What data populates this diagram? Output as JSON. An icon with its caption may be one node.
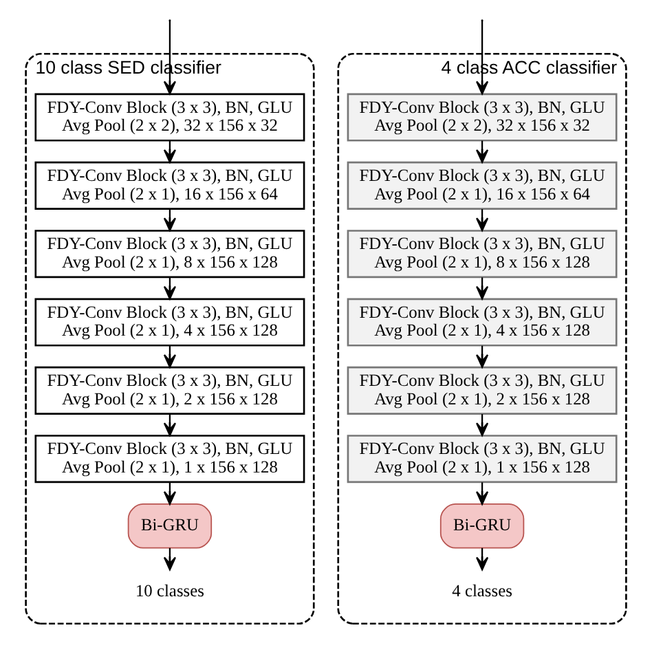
{
  "diagram": {
    "nodes": [
      {
        "text": [
          "10 class SED classifier"
        ]
      },
      {
        "text": [
          "FDY-Conv Block (3 x 3), BN, GLU",
          "Avg Pool (2 x 2), 32 x 156 x 32"
        ],
        "in": 0
      },
      {
        "text": [
          "FDY-Conv Block (3 x 3), BN, GLU",
          "Avg Pool (2 x 1), 16 x 156 x 64"
        ],
        "in": 0
      },
      {
        "text": [
          "FDY-Conv Block (3 x 3), BN, GLU",
          "Avg Pool (2 x 1), 8 x 156 x 128"
        ],
        "in": 0
      },
      {
        "text": [
          "FDY-Conv Block (3 x 3), BN, GLU",
          "Avg Pool (2 x 1), 4 x 156 x 128"
        ],
        "in": 0
      },
      {
        "text": [
          "FDY-Conv Block (3 x 3), BN, GLU",
          "Avg Pool (2 x 1), 2 x 156 x 128"
        ],
        "in": 0
      },
      {
        "text": [
          "FDY-Conv Block (3 x 3), BN, GLU",
          "Avg Pool (2 x 1), 1 x 156 x 128"
        ],
        "in": 0
      },
      {
        "text": [
          "Bi-GRU"
        ],
        "in": 0
      },
      {
        "text": [
          "10 classes"
        ],
        "in": 0
      },
      {
        "text": [
          "4 class ACC classifier"
        ]
      },
      {
        "text": [
          "FDY-Conv Block (3 x 3), BN, GLU",
          "Avg Pool (2 x 2), 32 x 156 x 32"
        ],
        "in": 9
      },
      {
        "text": [
          "FDY-Conv Block (3 x 3), BN, GLU",
          "Avg Pool (2 x 1), 16 x 156 x 64"
        ],
        "in": 9
      },
      {
        "text": [
          "FDY-Conv Block (3 x 3), BN, GLU",
          "Avg Pool (2 x 1), 8 x 156 x 128"
        ],
        "in": 9
      },
      {
        "text": [
          "FDY-Conv Block (3 x 3), BN, GLU",
          "Avg Pool (2 x 1), 4 x 156 x 128"
        ],
        "in": 9
      },
      {
        "text": [
          "FDY-Conv Block (3 x 3), BN, GLU",
          "Avg Pool (2 x 1), 2 x 156 x 128"
        ],
        "in": 9
      },
      {
        "text": [
          "FDY-Conv Block (3 x 3), BN, GLU",
          "Avg Pool (2 x 1), 1 x 156 x 128"
        ],
        "in": 9
      },
      {
        "text": [
          "Bi-GRU"
        ],
        "in": 9
      },
      {
        "text": [
          "4 classes"
        ],
        "in": 9
      }
    ],
    "edges": [
      {
        "from": null,
        "to": 1,
        "arrow": "to"
      },
      {
        "from": null,
        "to": 10,
        "arrow": "to"
      },
      {
        "from": 1,
        "to": 2,
        "arrow": "to"
      },
      {
        "from": 2,
        "to": 3,
        "arrow": "to"
      },
      {
        "from": 3,
        "to": 4,
        "arrow": "to"
      },
      {
        "from": 4,
        "to": 5,
        "arrow": "to"
      },
      {
        "from": 5,
        "to": 6,
        "arrow": "to"
      },
      {
        "from": 6,
        "to": 7,
        "arrow": "to"
      },
      {
        "from": 7,
        "to": 8,
        "arrow": "to"
      },
      {
        "from": 10,
        "to": 11,
        "arrow": "to"
      },
      {
        "from": 11,
        "to": 12,
        "arrow": "to"
      },
      {
        "from": 12,
        "to": 13,
        "arrow": "to"
      },
      {
        "from": 13,
        "to": 14,
        "arrow": "to"
      },
      {
        "from": 14,
        "to": 15,
        "arrow": "to"
      },
      {
        "from": 15,
        "to": 16,
        "arrow": "to"
      },
      {
        "from": 16,
        "to": 17,
        "arrow": "to"
      }
    ]
  }
}
